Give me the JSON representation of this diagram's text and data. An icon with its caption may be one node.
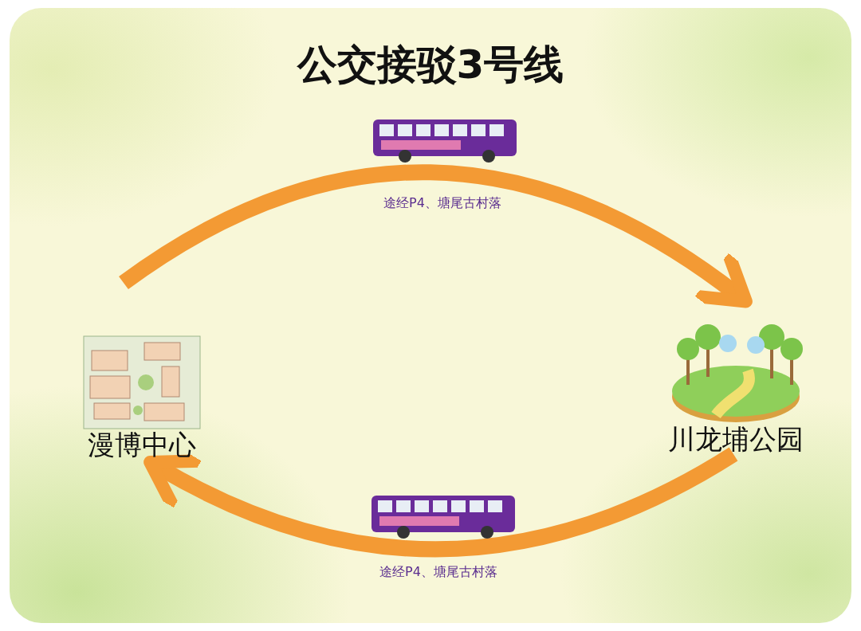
{
  "diagram": {
    "title": "公交接驳3号线",
    "nodes": [
      {
        "text": [
          "漫博中心"
        ]
      },
      {
        "text": [
          "川龙埔公园"
        ]
      }
    ],
    "edges": [
      {
        "from": 0,
        "to": 1,
        "arrow": "to",
        "label": "途经P4、塘尾古村落"
      },
      {
        "from": 1,
        "to": 0,
        "arrow": "to",
        "label": "途经P4、塘尾古村落"
      }
    ]
  }
}
